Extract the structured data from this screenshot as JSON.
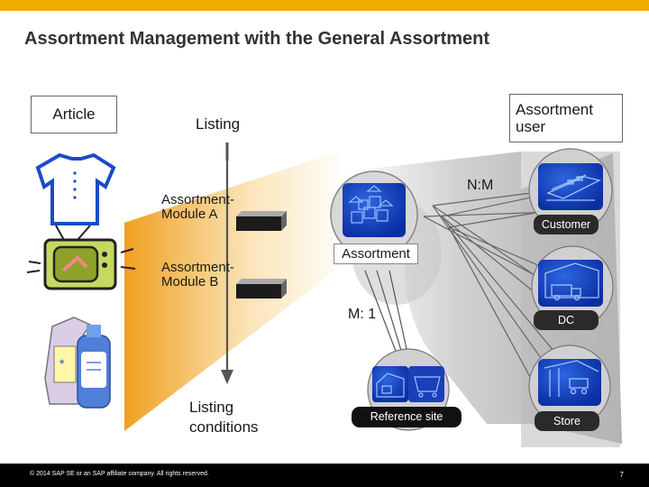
{
  "slide": {
    "title": "Assortment Management with the General Assortment",
    "accent_color": "#f0ab00",
    "page_number": "7",
    "copyright": "© 2014 SAP SE or an SAP affiliate company. All rights reserved."
  },
  "labels": {
    "article": "Article",
    "listing": "Listing",
    "assortment_user_line1": "Assortment",
    "assortment_user_line2": "user",
    "module_a_line1": "Assortment-",
    "module_a_line2": "Module A",
    "module_b_line1": "Assortment-",
    "module_b_line2": "Module B",
    "listing_conditions_line1": "Listing",
    "listing_conditions_line2": "conditions",
    "n_to_m": "N:M",
    "m_to_1": "M: 1",
    "assortment": "Assortment",
    "reference_site": "Reference site",
    "customer": "Customer",
    "dc": "DC",
    "store": "Store"
  },
  "icons": {
    "article_1": "tshirt-icon",
    "article_2": "television-icon",
    "article_3": "cleaning-products-icon",
    "assortment": "building-blocks-icon",
    "customer": "train-icon",
    "dc": "warehouse-truck-icon",
    "store": "store-cart-icon",
    "reference_site": "reference-site-icon"
  }
}
